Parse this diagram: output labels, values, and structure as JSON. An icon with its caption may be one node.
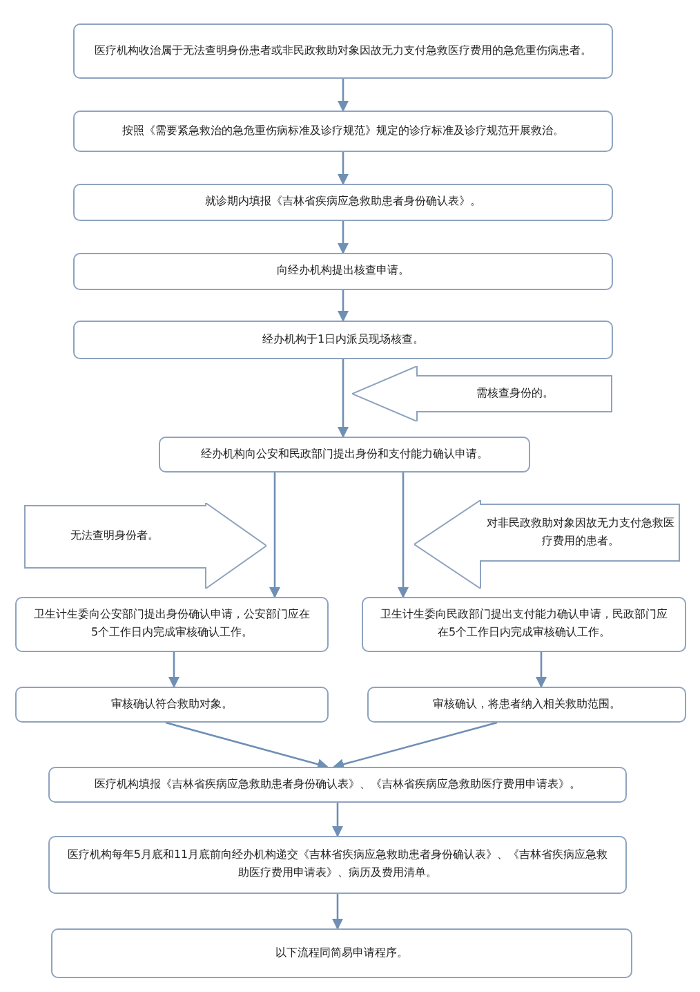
{
  "diagram": {
    "nodes": [
      {
        "text": [
          "医疗机构收治属于无法查明身份患者或非民政救助对象因故无力支付急救医疗费用的急危重伤病患者。"
        ]
      },
      {
        "text": [
          "按照《需要紧急救治的急危重伤病标准及诊疗规范》规定的诊疗标准及诊疗规范开展救治。"
        ]
      },
      {
        "text": [
          "就诊期内填报《吉林省疾病应急救助患者身份确认表》。"
        ]
      },
      {
        "text": [
          "向经办机构提出核查申请。"
        ]
      },
      {
        "text": [
          "经办机构于1日内派员现场核查。"
        ]
      },
      {
        "text": [
          "需核查身份的。"
        ]
      },
      {
        "text": [
          "经办机构向公安和民政部门提出身份和支付能力确认申请。"
        ]
      },
      {
        "text": [
          "无法查明身份者。"
        ]
      },
      {
        "text": [
          "对非民政救助对象因故无力支付急救医疗费用的患者。"
        ]
      },
      {
        "text": [
          "卫生计生委向公安部门提出身份确认申请，公安部门应在5个工作日内完成审核确认工作。"
        ]
      },
      {
        "text": [
          "卫生计生委向民政部门提出支付能力确认申请，民政部门应在5个工作日内完成审核确认工作。"
        ]
      },
      {
        "text": [
          "审核确认符合救助对象。"
        ]
      },
      {
        "text": [
          "审核确认，将患者纳入相关救助范围。"
        ]
      },
      {
        "text": [
          "医疗机构填报《吉林省疾病应急救助患者身份确认表》、《吉林省疾病应急救助医疗费用申请表》。"
        ]
      },
      {
        "text": [
          "医疗机构每年5月底和11月底前向经办机构递交《吉林省疾病应急救助患者身份确认表》、《吉林省疾病应急救助医疗费用申请表》、病历及费用清单。"
        ]
      },
      {
        "text": [
          "以下流程同简易申请程序。"
        ]
      }
    ],
    "edges": [
      {
        "from": 0,
        "to": 1,
        "arrow": "to"
      },
      {
        "from": 1,
        "to": 2,
        "arrow": "to"
      },
      {
        "from": 2,
        "to": 3,
        "arrow": "to"
      },
      {
        "from": 3,
        "to": 4,
        "arrow": "to"
      },
      {
        "from": 4,
        "to": 6,
        "arrow": "to"
      },
      {
        "from": 6,
        "to": 9,
        "arrow": "to"
      },
      {
        "from": 6,
        "to": 10,
        "arrow": "to"
      },
      {
        "from": 9,
        "to": 11,
        "arrow": "to"
      },
      {
        "from": 10,
        "to": 12,
        "arrow": "to"
      },
      {
        "from": 11,
        "to": 13,
        "arrow": "to"
      },
      {
        "from": 12,
        "to": 13,
        "arrow": "to"
      },
      {
        "from": 13,
        "to": 14,
        "arrow": "to"
      },
      {
        "from": 14,
        "to": 15,
        "arrow": "to"
      }
    ]
  }
}
